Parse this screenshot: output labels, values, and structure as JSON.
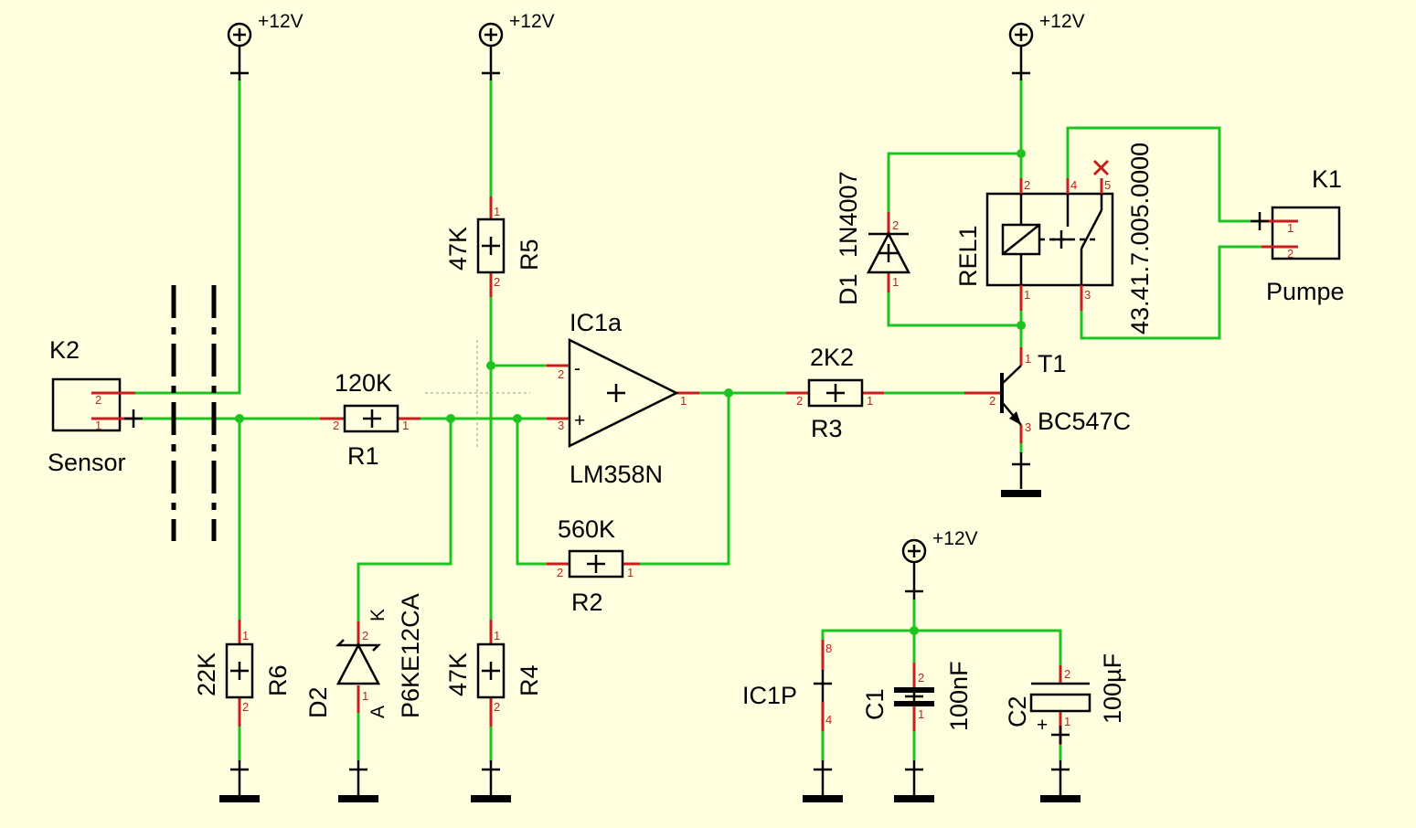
{
  "supply_label": "+12V",
  "connectors": {
    "k2": {
      "ref": "K2",
      "value": "Sensor"
    },
    "k1": {
      "ref": "K1",
      "value": "Pumpe"
    }
  },
  "resistors": {
    "r1": {
      "ref": "R1",
      "value": "120K"
    },
    "r2": {
      "ref": "R2",
      "value": "560K"
    },
    "r3": {
      "ref": "R3",
      "value": "2K2"
    },
    "r4": {
      "ref": "R4",
      "value": "47K"
    },
    "r5": {
      "ref": "R5",
      "value": "47K"
    },
    "r6": {
      "ref": "R6",
      "value": "22K"
    }
  },
  "opamp": {
    "ref": "IC1a",
    "value": "LM358N",
    "inv": "-",
    "noninv": "+"
  },
  "power_unit": {
    "ref": "IC1P"
  },
  "transistor": {
    "ref": "T1",
    "value": "BC547C"
  },
  "relay": {
    "ref": "REL1",
    "value": "43.41.7.005.0000"
  },
  "diodes": {
    "d1": {
      "ref": "D1",
      "value": "1N4007"
    },
    "d2": {
      "ref": "D2",
      "value": "P6KE12CA",
      "anode": "A",
      "cathode": "K"
    }
  },
  "capacitors": {
    "c1": {
      "ref": "C1",
      "value": "100nF"
    },
    "c2": {
      "ref": "C2",
      "value": "100µF",
      "polarity": "+"
    }
  },
  "pins": {
    "p1": "1",
    "p2": "2",
    "p3": "3",
    "p4": "4",
    "p5": "5",
    "p8": "8"
  },
  "colors": {
    "background": "#ffffe0",
    "wire": "#1ec41e",
    "pin": "#c81e1e",
    "body": "#000000"
  }
}
